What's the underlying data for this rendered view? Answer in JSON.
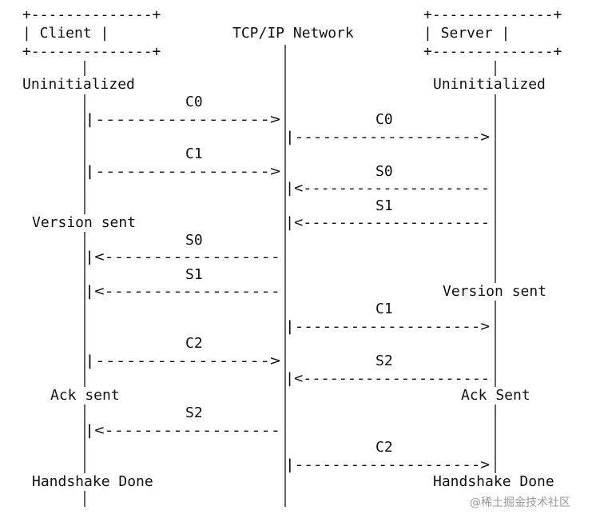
{
  "client_box": {
    "border_top": "+--------------+",
    "label": "|   Client    |",
    "border_bottom": "+--------------+"
  },
  "network_label": "TCP/IP Network",
  "server_box": {
    "border_top": "+--------------+",
    "label": "|   Server     |",
    "border_bottom": "+--------------+"
  },
  "client_states": [
    "Uninitialized",
    "Version sent",
    "Ack sent",
    "Handshake Done"
  ],
  "server_states": [
    "Uninitialized",
    "Version sent",
    "Ack Sent",
    "Handshake Done"
  ],
  "messages": [
    {
      "label": "C0",
      "direction": "client-to-network"
    },
    {
      "label": "C0",
      "direction": "network-to-server"
    },
    {
      "label": "C1",
      "direction": "client-to-network"
    },
    {
      "label": "S0",
      "direction": "server-to-network"
    },
    {
      "label": "S1",
      "direction": "server-to-network"
    },
    {
      "label": "S0",
      "direction": "network-to-client"
    },
    {
      "label": "S1",
      "direction": "network-to-client"
    },
    {
      "label": "C1",
      "direction": "network-to-server"
    },
    {
      "label": "C2",
      "direction": "client-to-network"
    },
    {
      "label": "S2",
      "direction": "server-to-network"
    },
    {
      "label": "S2",
      "direction": "network-to-client"
    },
    {
      "label": "C2",
      "direction": "network-to-server"
    }
  ],
  "arrows": {
    "right_short": "|----------------->",
    "left_short": "|<------------------",
    "right_long": "|-------------------->",
    "left_long": "|<---------------------"
  },
  "watermark": "@稀土掘金技术社区"
}
